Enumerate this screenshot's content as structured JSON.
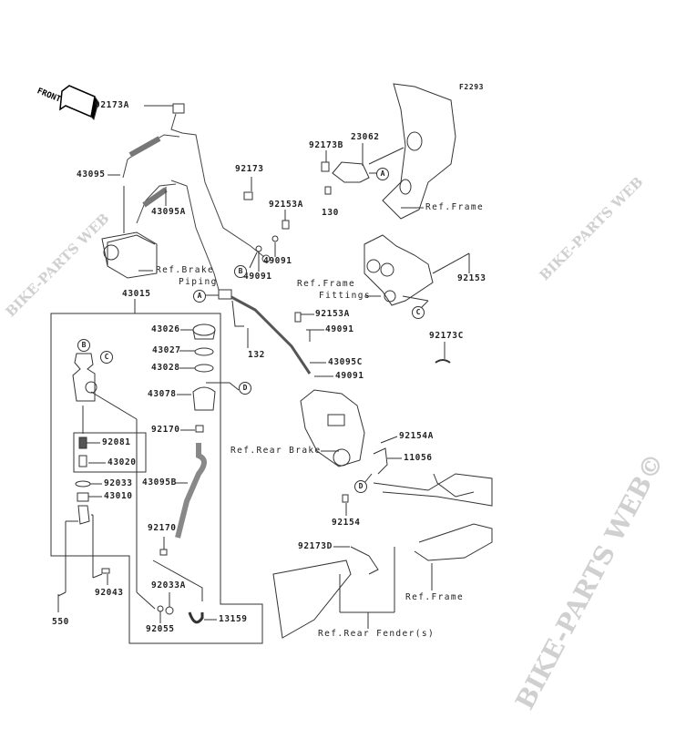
{
  "diagram_code": "F2293",
  "front_label": "FRONT",
  "watermarks": {
    "main": "BIKE-PARTS WEB©",
    "small_top": "BIKE-PARTS WEB",
    "small_right": "BIKE-PARTS WEB"
  },
  "parts": {
    "p92173A": "92173A",
    "p43095": "43095",
    "p92173": "92173",
    "p43095A": "43095A",
    "p92153A_1": "92153A",
    "p92173B": "92173B",
    "p23062": "23062",
    "p130": "130",
    "p49091_1": "49091",
    "p49091_2": "49091",
    "p43015": "43015",
    "p92153": "92153",
    "p92153A_2": "92153A",
    "p49091_3": "49091",
    "p43026": "43026",
    "p132": "132",
    "p43027": "43027",
    "p92173C": "92173C",
    "p43028": "43028",
    "p43095C": "43095C",
    "p49091_4": "49091",
    "p43078": "43078",
    "p92170_1": "92170",
    "p92154A": "92154A",
    "p11056": "11056",
    "p92081": "92081",
    "p43020": "43020",
    "p92033": "92033",
    "p43095B": "43095B",
    "p43010": "43010",
    "p92154": "92154",
    "p92170_2": "92170",
    "p92173D": "92173D",
    "p92033A": "92033A",
    "p92043": "92043",
    "p13159": "13159",
    "p92055": "92055",
    "p550": "550"
  },
  "refs": {
    "frame_1": "Ref.Frame",
    "brake_piping_1": "Ref.Brake",
    "brake_piping_2": "Piping",
    "frame_fittings_1": "Ref.Frame",
    "frame_fittings_2": "Fittings",
    "rear_brake": "Ref.Rear Brake",
    "frame_2": "Ref.Frame",
    "rear_fender": "Ref.Rear Fender(s)"
  },
  "connectors": {
    "a": "A",
    "b": "B",
    "c": "C",
    "d": "D"
  }
}
